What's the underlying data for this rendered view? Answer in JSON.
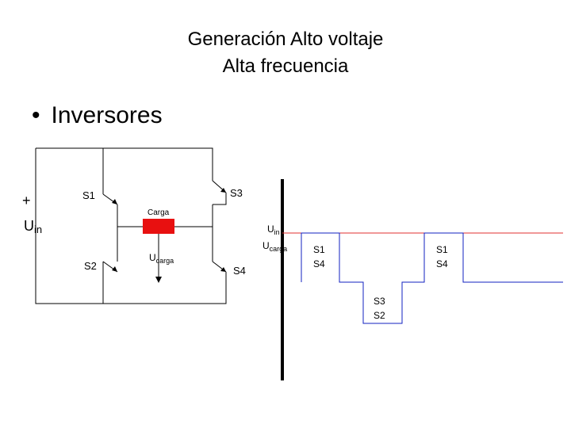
{
  "title": {
    "line1": "Generación Alto voltaje",
    "line2": "Alta frecuencia"
  },
  "bullet": {
    "marker": "•",
    "text": "Inversores"
  },
  "circuit": {
    "plus": "+",
    "source_main": "U",
    "source_sub": "in",
    "s1": "S1",
    "s2": "S2",
    "s3": "S3",
    "s4": "S4",
    "load_label": "Carga",
    "voltage_main": "U",
    "voltage_sub": "carga",
    "load_color": "#e81010"
  },
  "waveform": {
    "uin_main": "U",
    "uin_sub": "in",
    "ucarga_main": "U",
    "ucarga_sub": "carga",
    "uin_line_color": "#e03030",
    "wave_color": "#1020c0",
    "pulse1_a": "S1",
    "pulse1_b": "S4",
    "pulse2_a": "S3",
    "pulse2_b": "S2",
    "pulse3_a": "S1",
    "pulse3_b": "S4"
  }
}
